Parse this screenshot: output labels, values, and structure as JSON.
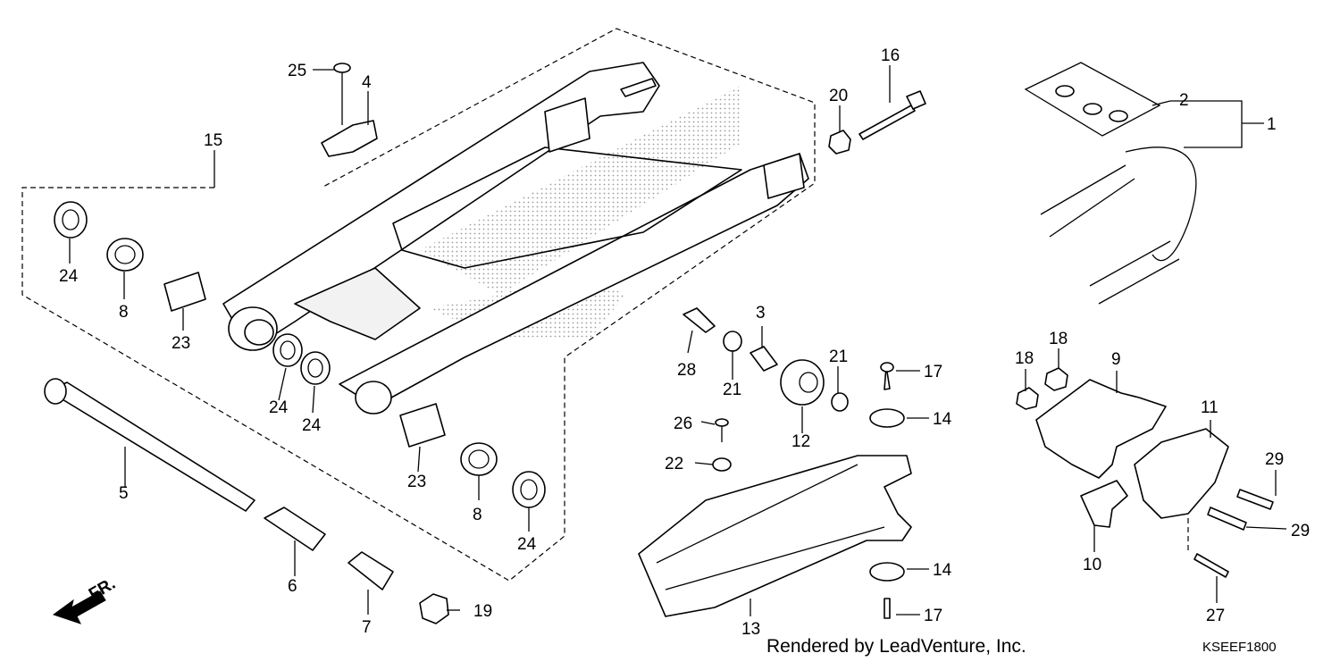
{
  "diagram": {
    "credit": "Rendered by LeadVenture, Inc.",
    "code": "KSEEF1800",
    "front_marker": "FR.",
    "callouts": {
      "c1": "1",
      "c2": "2",
      "c3": "3",
      "c4": "4",
      "c5": "5",
      "c6": "6",
      "c7": "7",
      "c8a": "8",
      "c8b": "8",
      "c9": "9",
      "c10": "10",
      "c11": "11",
      "c12": "12",
      "c13": "13",
      "c14a": "14",
      "c14b": "14",
      "c15": "15",
      "c16": "16",
      "c17a": "17",
      "c17b": "17",
      "c18a": "18",
      "c18b": "18",
      "c19": "19",
      "c20": "20",
      "c21a": "21",
      "c21b": "21",
      "c22": "22",
      "c23a": "23",
      "c23b": "23",
      "c24a": "24",
      "c24b": "24",
      "c24c": "24",
      "c24d": "24",
      "c25": "25",
      "c26": "26",
      "c27": "27",
      "c28": "28",
      "c29a": "29",
      "c29b": "29"
    }
  }
}
